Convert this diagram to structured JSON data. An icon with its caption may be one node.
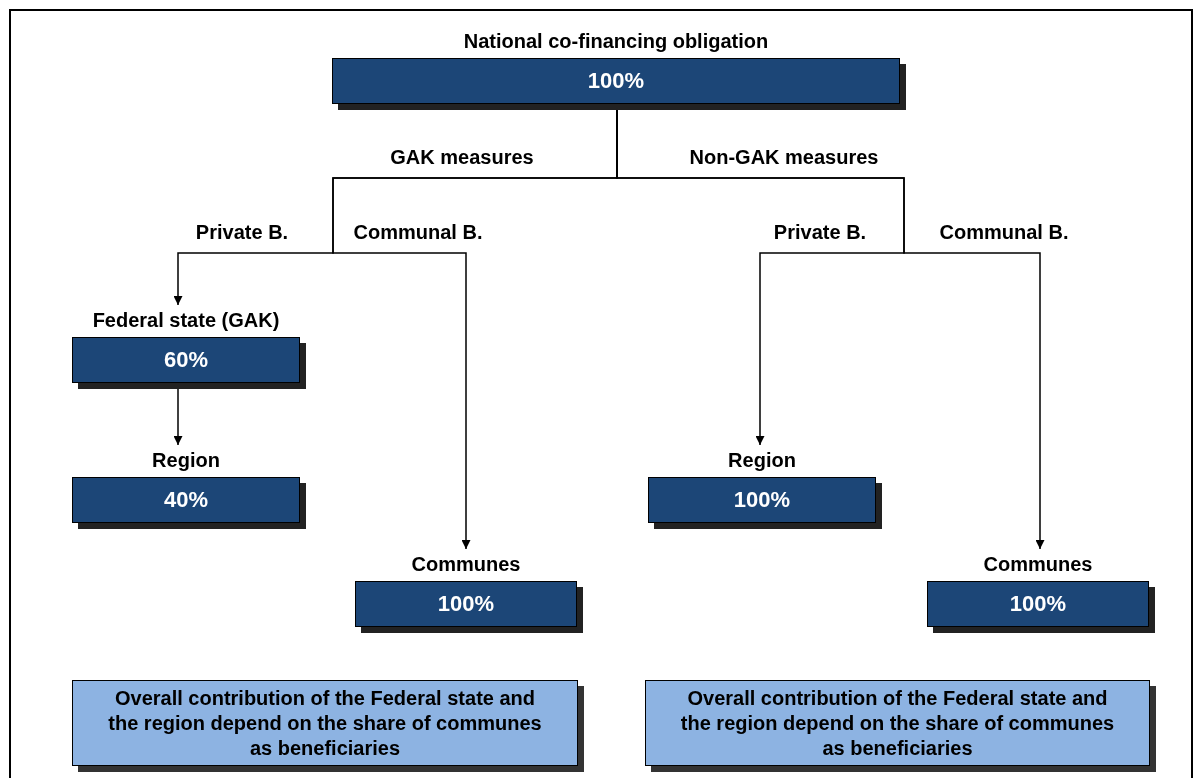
{
  "diagram": {
    "nodes": [
      {
        "text": [
          "National co-financing obligation",
          "100%"
        ]
      },
      {
        "text": [
          "Federal state (GAK)",
          "60%"
        ]
      },
      {
        "text": [
          "Region",
          "40%"
        ]
      },
      {
        "text": [
          "Communes",
          "100%"
        ]
      },
      {
        "text": [
          "Region",
          "100%"
        ]
      },
      {
        "text": [
          "Communes",
          "100%"
        ]
      },
      {
        "text": [
          "Overall contribution of the Federal state and the region depend on the share of communes as beneficiaries"
        ]
      },
      {
        "text": [
          "Overall contribution of the Federal state and the region depend on the share of communes as beneficiaries"
        ]
      }
    ],
    "edges": [
      {
        "from": 0,
        "to": 1,
        "arrow": "to"
      },
      {
        "from": 0,
        "to": 3,
        "arrow": "to"
      },
      {
        "from": 0,
        "to": 4,
        "arrow": "to"
      },
      {
        "from": 0,
        "to": 5,
        "arrow": "to"
      },
      {
        "from": 1,
        "to": 2,
        "arrow": "to"
      }
    ],
    "labels": [
      "GAK measures",
      "Non-GAK measures",
      "Private B.",
      "Communal B.",
      "Private B.",
      "Communal B."
    ]
  }
}
